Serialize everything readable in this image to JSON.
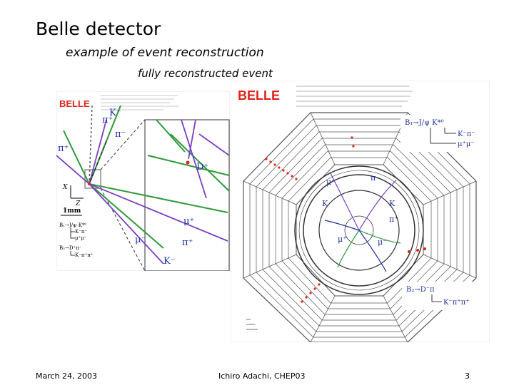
{
  "slide": {
    "title": "Belle detector",
    "subtitle": "example of event reconstruction",
    "caption": "fully reconstructed event"
  },
  "footer": {
    "date": "March 24, 2003",
    "author": "Ichiro Adachi, CHEP03",
    "page": "3"
  },
  "left_panel": {
    "logo": "BELLE",
    "pi_plus_top": "π⁺",
    "k_minus_top": "K⁻",
    "pi_minus_top": "π⁻",
    "pi_plus_left": "π⁺",
    "d_plus": "D⁺",
    "axis_x": "X",
    "axis_z": "Z",
    "scale": "1mm",
    "mu_plus": "μ⁺",
    "mu_minus": "μ⁻",
    "pi_plus_bottom": "π⁺",
    "k_minus_bottom": "K⁻",
    "decay1_a": "B₁→J/ψ K*⁰",
    "decay1_b": "K⁻π⁻",
    "decay1_c": "μ⁺μ⁻",
    "decay2_a": "B₂→D⁺π⁻",
    "decay2_b": "K⁻π⁺π⁺"
  },
  "right_panel": {
    "logo": "BELLE",
    "decay1_head": "B₁→J/ψ K*⁰",
    "decay1_a": "K⁻π⁻",
    "decay1_b": "μ⁺μ⁻",
    "decay2_head": "B₂→D⁻π",
    "decay2_a": "K⁻π⁺π⁺",
    "track_mu_top": "μ⁻",
    "track_pi": "π",
    "track_k": "K",
    "track_k2": "K",
    "track_pi2": "π⁺",
    "track_mu_bot": "μ⁺",
    "track_mu2": "μ⁻"
  },
  "colors": {
    "belle_red": "#e0231c",
    "track_green": "#2e9a3a",
    "track_purple": "#7a3fc4",
    "detector_gray": "#555555",
    "label_blue": "#2030a0"
  }
}
